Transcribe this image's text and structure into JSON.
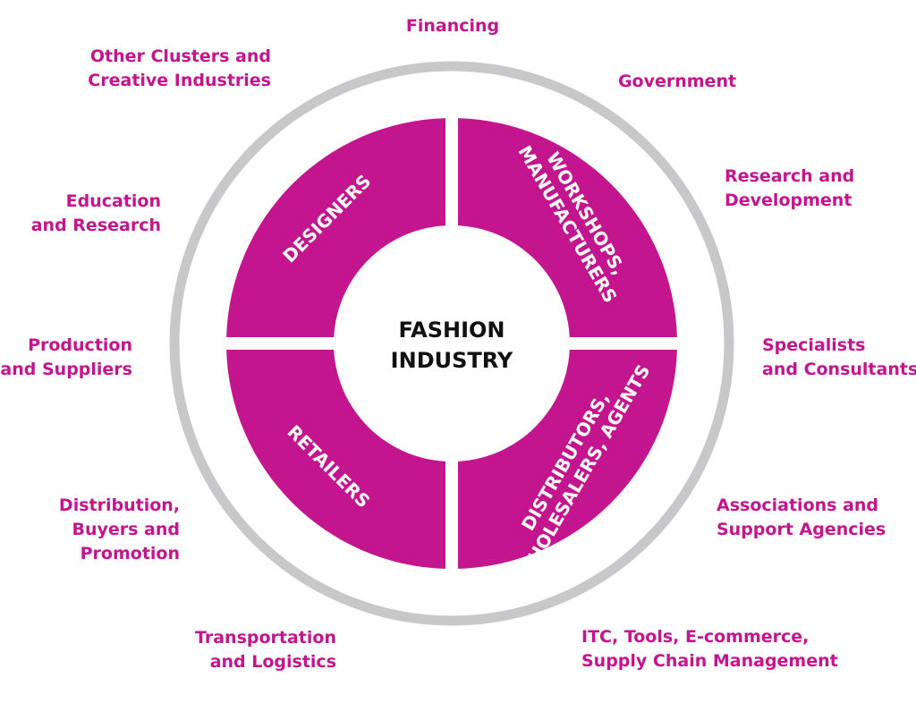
{
  "colors": {
    "accent": "#c2158e",
    "ring": "#c8c8cb",
    "center_text": "#111111"
  },
  "center": {
    "lines": [
      "FASHION",
      "INDUSTRY"
    ]
  },
  "sectors": [
    {
      "id": "designers",
      "lines": [
        "DESIGNERS"
      ]
    },
    {
      "id": "workshops",
      "lines": [
        "WORKSHOPS,",
        "MANUFACTURERS"
      ]
    },
    {
      "id": "distributors",
      "lines": [
        "DISTRIBUTORS,",
        "WHOLESALERS, AGENTS"
      ]
    },
    {
      "id": "retailers",
      "lines": [
        "RETAILERS"
      ]
    }
  ],
  "outer_labels": [
    {
      "id": "financing",
      "lines": [
        "Financing"
      ]
    },
    {
      "id": "government",
      "lines": [
        "Government"
      ]
    },
    {
      "id": "research-development",
      "lines": [
        "Research and",
        "Development"
      ]
    },
    {
      "id": "specialists-consultants",
      "lines": [
        "Specialists",
        "and Consultants"
      ]
    },
    {
      "id": "associations-support",
      "lines": [
        "Associations and",
        "Support Agencies"
      ]
    },
    {
      "id": "itc-tools",
      "lines": [
        "ITC, Tools, E-commerce,",
        "Supply Chain Management"
      ]
    },
    {
      "id": "transportation-logistics",
      "lines": [
        "Transportation",
        "and Logistics"
      ]
    },
    {
      "id": "distribution-buyers",
      "lines": [
        "Distribution,",
        "Buyers and",
        "Promotion"
      ]
    },
    {
      "id": "production-suppliers",
      "lines": [
        "Production",
        "and Suppliers"
      ]
    },
    {
      "id": "education-research",
      "lines": [
        "Education",
        "and Research"
      ]
    },
    {
      "id": "other-clusters",
      "lines": [
        "Other Clusters and",
        "Creative Industries"
      ]
    }
  ]
}
